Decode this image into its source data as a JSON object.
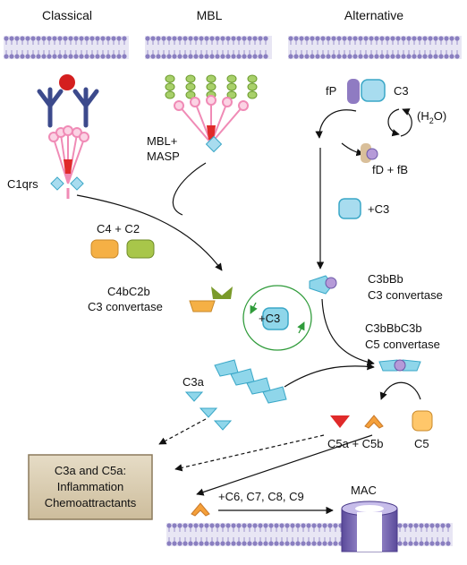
{
  "pathways": {
    "classical": "Classical",
    "mbl": "MBL",
    "alternative": "Alternative"
  },
  "labels": {
    "c1qrs": "C1qrs",
    "mbl_masp_1": "MBL+",
    "mbl_masp_2": "MASP",
    "fp": "fP",
    "c3_top": "C3",
    "h2o_open": "(H",
    "h2o_sub": "2",
    "h2o_close": "O)",
    "fd_fb": "fD + fB",
    "plus_c3_alt": "+C3",
    "c4_c2": "C4 + C2",
    "c3bbb": "C3bBb",
    "c3_convertase_alt": "C3 convertase",
    "c4bc2b": "C4bC2b",
    "c3_convertase_cl": "C3 convertase",
    "plus_c3_loop": "+C3",
    "c3bbbc3b": "C3bBbC3b",
    "c5_convertase": "C5 convertase",
    "c3a": "C3a",
    "c5a_c5b": "C5a + C5b",
    "c5": "C5",
    "c6_c9": "+C6, C7, C8, C9",
    "mac": "MAC"
  },
  "box": {
    "line1": "C3a and C5a:",
    "line2": "Inflammation",
    "line3": "Chemoattractants"
  },
  "colors": {
    "membrane_head": "#8a7fc0",
    "membrane_bg": "#e8e6f4",
    "c3_cyan": "#8fd6ea",
    "c3_cyan_dark": "#3aa7c7",
    "orange": "#f5b045",
    "green": "#a8c64a",
    "red": "#e02a2a",
    "pink": "#f3a4c6",
    "purple": "#8f7bc2",
    "box_fill": "#d9ccb1",
    "box_stroke": "#8b7a5c",
    "loop_green": "#2f9b3a"
  }
}
